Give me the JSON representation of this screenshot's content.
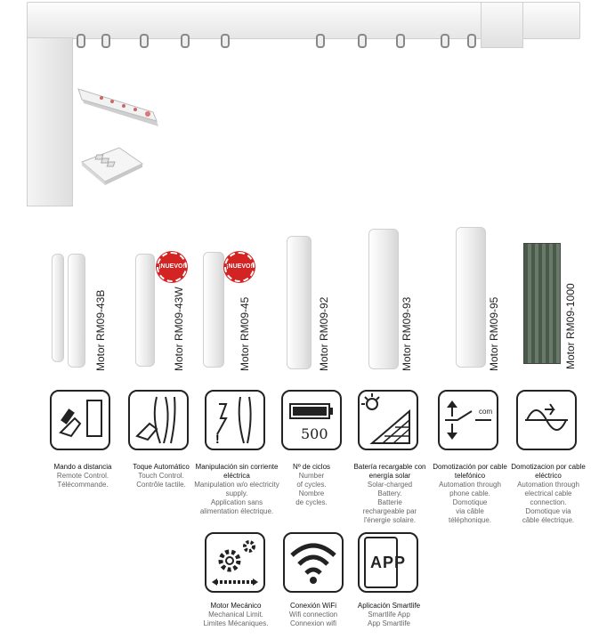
{
  "motors": [
    {
      "id": "m43b",
      "label": "Motor RM09-43B"
    },
    {
      "id": "m43w",
      "label": "Motor RM09-43W",
      "badge": "¡NUEVO!"
    },
    {
      "id": "m45",
      "label": "Motor RM09-45",
      "badge": "¡NUEVO!"
    },
    {
      "id": "m92",
      "label": "Motor RM09-92"
    },
    {
      "id": "m93",
      "label": "Motor RM09-93"
    },
    {
      "id": "m95",
      "label": "Motor RM09-95"
    },
    {
      "id": "m1000",
      "label": "Motor RM09-1000"
    }
  ],
  "icons": {
    "cycles_text": "500",
    "app_text": "APP",
    "phone_text": "com"
  },
  "features": [
    {
      "title": "Mando a distancia",
      "lines": [
        "Remote Control.",
        "Télécommande."
      ]
    },
    {
      "title": "Toque Automático",
      "lines": [
        "Touch Control.",
        "Contrôle tactile."
      ]
    },
    {
      "title": "Manipulación sin corriente eléctrica",
      "lines": [
        "Manipulation w/o electricity supply.",
        "Application sans alimentation électrique."
      ]
    },
    {
      "title": "Nº de ciclos",
      "lines": [
        "Number",
        "of cycles.",
        "Nombre",
        "de cycles."
      ]
    },
    {
      "title": "Batería recargable con energía solar",
      "lines": [
        "Solar-charged",
        "Battery.",
        "Batterie",
        "rechargeable par",
        "l'énergie solaire."
      ]
    },
    {
      "title": "Domotización por cable telefónico",
      "lines": [
        "Automation through",
        "phone cable.",
        "Domotique",
        "via câble",
        "téléphonique."
      ]
    },
    {
      "title": "Domotizacion por cable eléctrico",
      "lines": [
        "Automation through",
        "electrical cable",
        "connection.",
        "Domotique via",
        "câble électrique."
      ]
    },
    {
      "title": "Motor Mecánico",
      "lines": [
        "Mechanical Limit.",
        "Limites Mécaniques."
      ]
    },
    {
      "title": "Conexión WiFi",
      "lines": [
        "Wifi connection",
        "Connexion wifi"
      ]
    },
    {
      "title": "Aplicación Smartlife",
      "lines": [
        "Smartlife App",
        "App Smartlife"
      ]
    }
  ]
}
